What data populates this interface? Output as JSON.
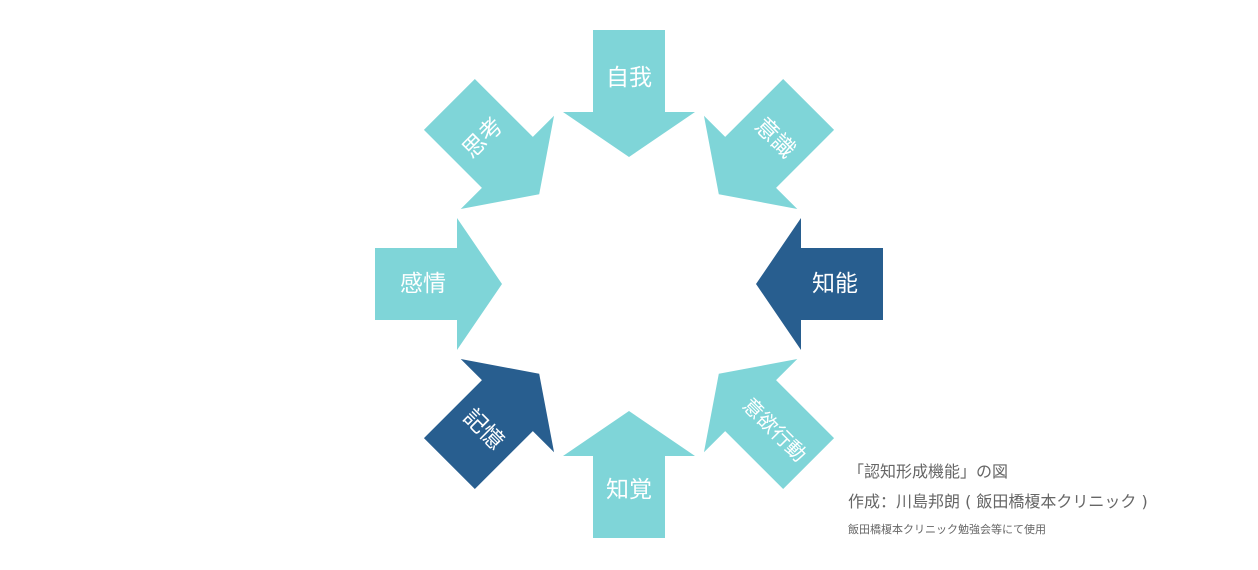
{
  "colors": {
    "light": "#7fd5d8",
    "dark": "#285e8f",
    "label": "#ffffff",
    "caption": "#666666"
  },
  "arrows": [
    {
      "label": "自我",
      "style": "light"
    },
    {
      "label": "意識",
      "style": "light"
    },
    {
      "label": "知能",
      "style": "dark"
    },
    {
      "label": "意欲行動",
      "style": "light"
    },
    {
      "label": "知覚",
      "style": "light"
    },
    {
      "label": "記憶",
      "style": "dark"
    },
    {
      "label": "感情",
      "style": "light"
    },
    {
      "label": "思考",
      "style": "light"
    }
  ],
  "caption": {
    "title": "「認知形成機能」の図",
    "author": "作成：川島邦朗 ( 飯田橋榎本クリニック )",
    "note": "飯田橋榎本クリニック勉強会等にて使用"
  }
}
